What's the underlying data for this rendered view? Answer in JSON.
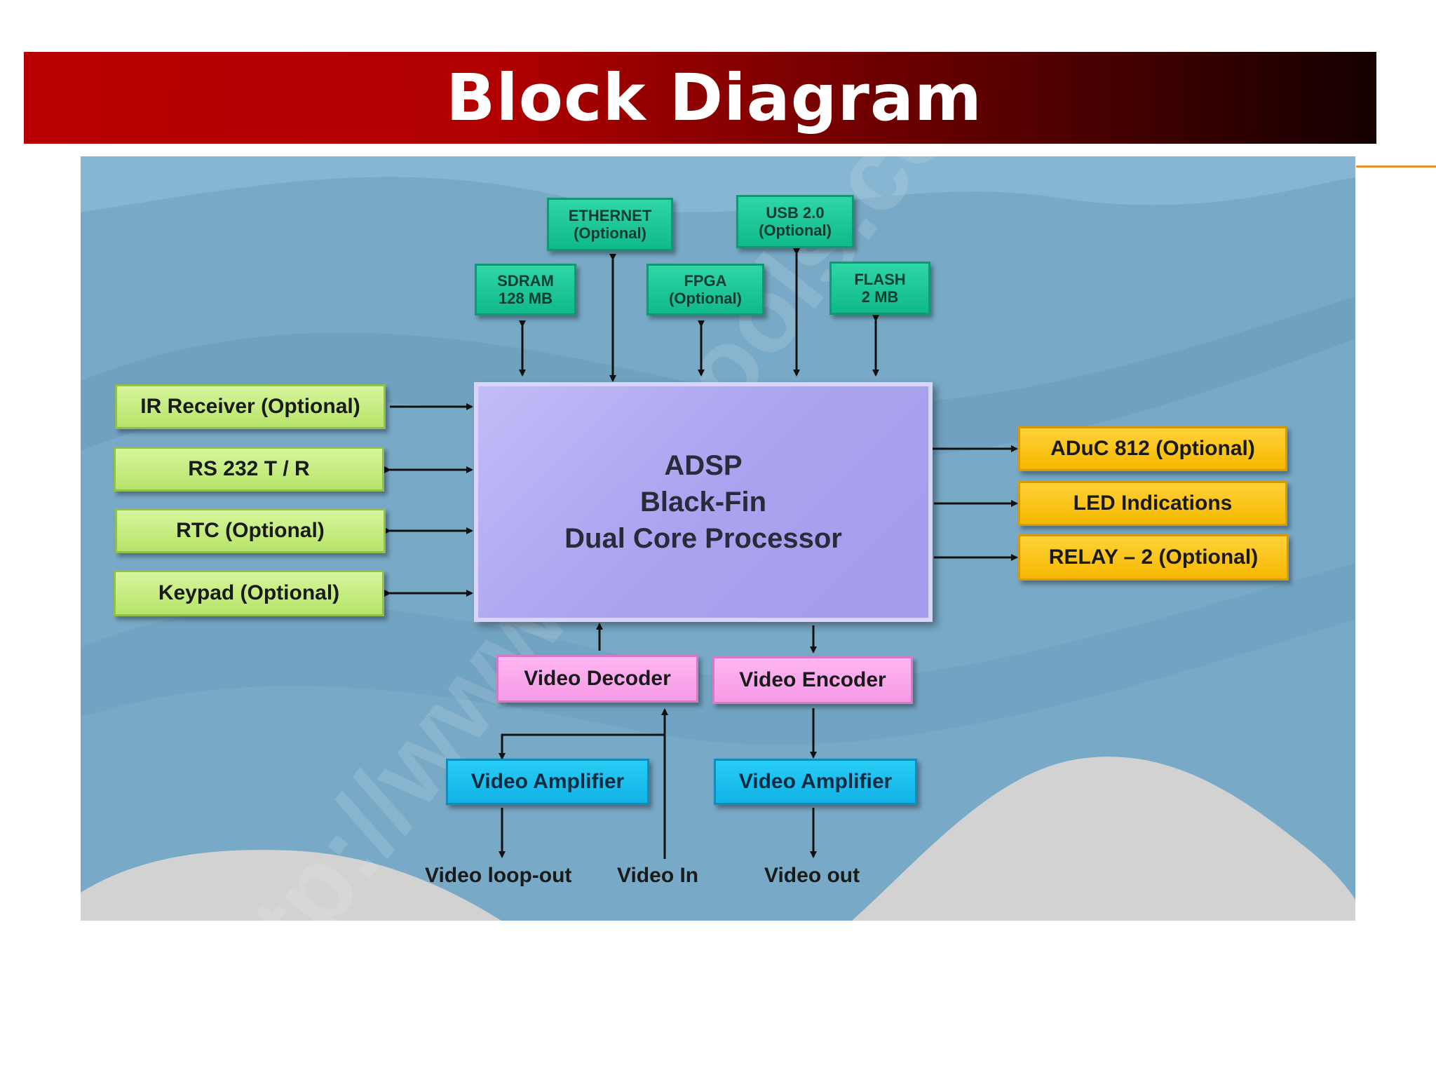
{
  "title": "Block Diagram",
  "watermark": "http://www.pdf-tools.com",
  "processor": {
    "line1": "ADSP",
    "line2": "Black-Fin",
    "line3": "Dual Core Processor"
  },
  "top_blocks": {
    "ethernet": {
      "line1": "ETHERNET",
      "line2": "(Optional)"
    },
    "usb": {
      "line1": "USB 2.0",
      "line2": "(Optional)"
    },
    "sdram": {
      "line1": "SDRAM",
      "line2": "128 MB"
    },
    "fpga": {
      "line1": "FPGA",
      "line2": "(Optional)"
    },
    "flash": {
      "line1": "FLASH",
      "line2": "2 MB"
    }
  },
  "left_blocks": {
    "ir": "IR Receiver (Optional)",
    "rs232": "RS 232 T / R",
    "rtc": "RTC (Optional)",
    "keypad": "Keypad (Optional)"
  },
  "right_blocks": {
    "aduc": "ADuC 812 (Optional)",
    "led": "LED Indications",
    "relay": "RELAY – 2 (Optional)"
  },
  "video_blocks": {
    "decoder": "Video Decoder",
    "encoder": "Video Encoder",
    "amp_left": "Video Amplifier",
    "amp_right": "Video Amplifier"
  },
  "labels": {
    "loop_out": "Video loop-out",
    "video_in": "Video In",
    "video_out": "Video out"
  },
  "colors": {
    "title_bar_start": "#b80000",
    "title_bar_end": "#150000",
    "panel": "#78a9c6",
    "teal": "#10b98a",
    "green": "#b6e46a",
    "yellow": "#f5b800",
    "pink": "#f59ae6",
    "blue": "#12b2e6",
    "processor": "#aaa3ef"
  }
}
